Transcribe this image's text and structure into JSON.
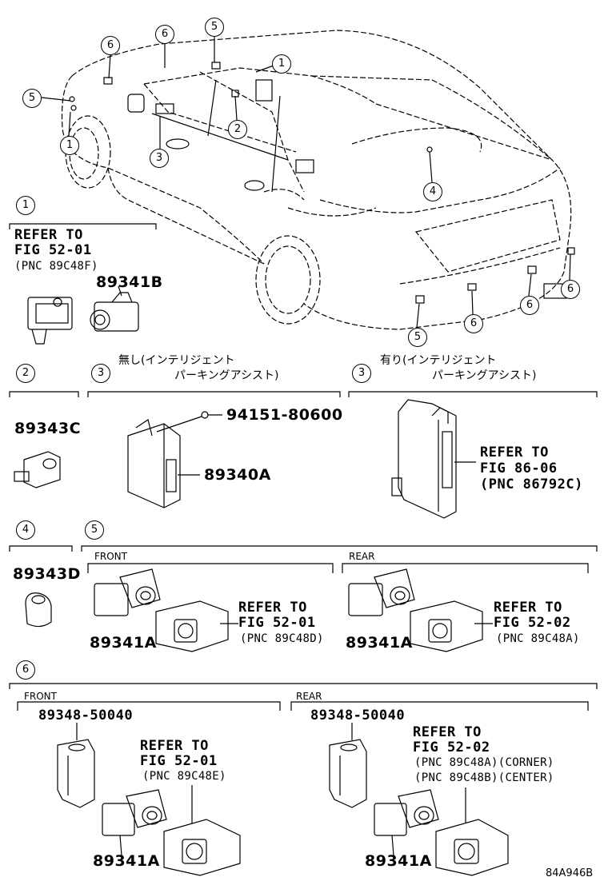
{
  "callouts": {
    "one": "1",
    "two": "2",
    "three": "3",
    "four": "4",
    "five": "5",
    "six": "6"
  },
  "section1": {
    "ref_line1": "REFER TO",
    "ref_line2": "FIG 52-01",
    "ref_line3": "(PNC 89C48F)",
    "part": "89341B"
  },
  "section2": {
    "part": "89343C"
  },
  "section3a": {
    "note_line1": "無し(インテリジェント",
    "note_line2": "パーキングアシスト)",
    "part_bolt": "94151-80600",
    "part_ecu": "89340A"
  },
  "section3b": {
    "note_line1": "有り(インテリジェント",
    "note_line2": "パーキングアシスト)",
    "ref_line1": "REFER TO",
    "ref_line2": "FIG 86-06",
    "ref_line3": "(PNC 86792C)"
  },
  "section4": {
    "part": "89343D"
  },
  "section5": {
    "front_label": "FRONT",
    "rear_label": "REAR",
    "front_ref1": "REFER TO",
    "front_ref2": "FIG 52-01",
    "front_ref3": "(PNC 89C48D)",
    "front_part": "89341A",
    "rear_ref1": "REFER TO",
    "rear_ref2": "FIG 52-02",
    "rear_ref3": "(PNC 89C48A)",
    "rear_part": "89341A"
  },
  "section6": {
    "front_label": "FRONT",
    "rear_label": "REAR",
    "front_bracket": "89348-50040",
    "front_ref1": "REFER TO",
    "front_ref2": "FIG 52-01",
    "front_ref3": "(PNC 89C48E)",
    "front_part": "89341A",
    "rear_bracket": "89348-50040",
    "rear_ref1": "REFER TO",
    "rear_ref2": "FIG 52-02",
    "rear_ref3": "(PNC 89C48A)(CORNER)",
    "rear_ref4": "(PNC 89C48B)(CENTER)",
    "rear_part": "89341A"
  },
  "figure_code": "84A946B"
}
